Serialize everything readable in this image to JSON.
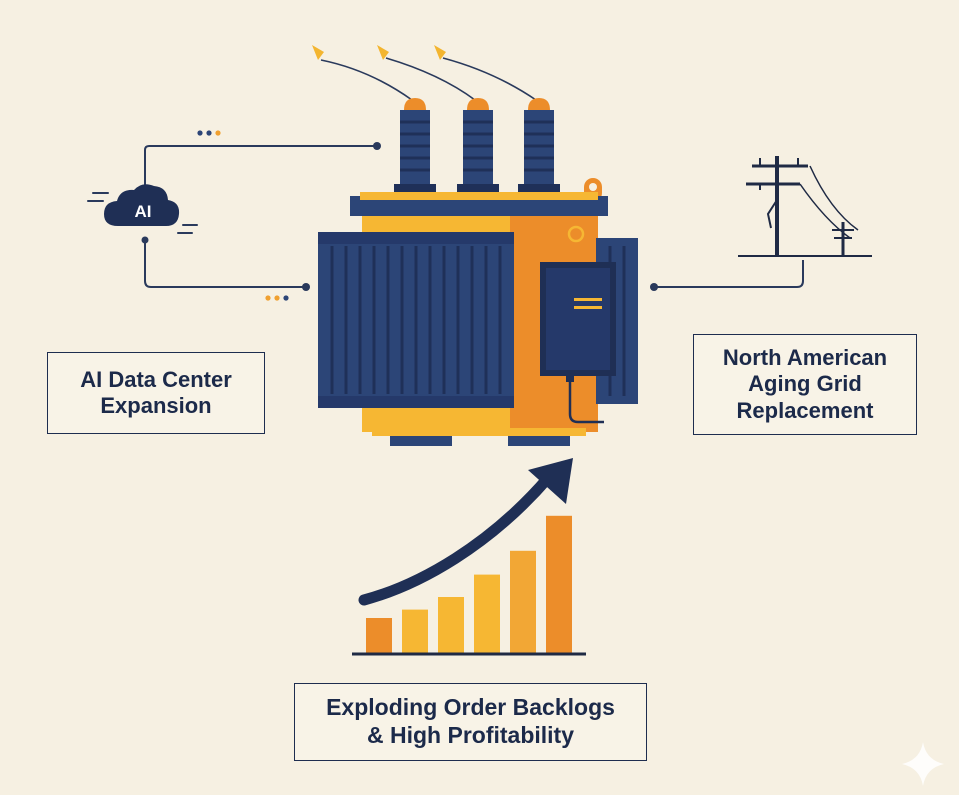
{
  "cloud": {
    "badge": "AI"
  },
  "labels": {
    "ai_expansion": [
      "AI Data Center",
      "Expansion"
    ],
    "grid_replacement": [
      "North American",
      "Aging Grid",
      "Replacement"
    ],
    "backlog": [
      "Exploding Order Backlogs",
      "& High Profitability"
    ]
  },
  "growth_bars": [
    0.25,
    0.31,
    0.4,
    0.56,
    0.73,
    0.98
  ],
  "colors": {
    "navy": "#2c4577",
    "dark_navy": "#1e2d4f",
    "orange": "#ec8d2a",
    "yellow": "#f6b733",
    "background": "#f6f0e2"
  }
}
